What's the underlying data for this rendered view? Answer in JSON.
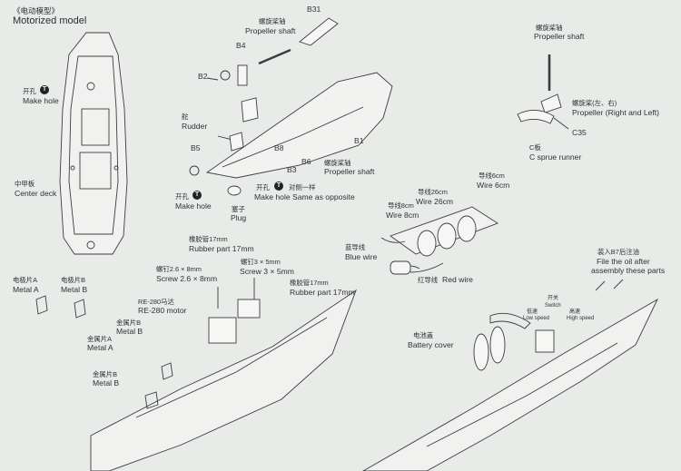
{
  "title": {
    "zh": "《电动模型》",
    "en": "Motorized model"
  },
  "labels": {
    "b31": "B31",
    "shaft_zh": "螺旋桨轴",
    "shaft_en": "Propeller shaft",
    "b4": "B4",
    "b2": "B2",
    "rudder_zh": "舵",
    "rudder_en": "Rudder",
    "b5": "B5",
    "b8": "B8",
    "b6": "B6",
    "b3": "B3",
    "b1": "B1",
    "shaft2_zh": "螺旋桨轴",
    "shaft2_en": "Propeller shaft",
    "makehole1_zh": "开孔",
    "makehole1_en": "Make hole",
    "makehole2_zh": "开孔",
    "makehole2_en": "Make hole",
    "makehole3_zh": "开孔",
    "makehole3_en": "Make hole",
    "same_zh": "对侧一样",
    "same_en": "Same as opposite",
    "plug_zh": "塞子",
    "plug_en": "Plug",
    "centerdeck_zh": "中甲板",
    "centerdeck_en": "Center deck",
    "r_shaft_zh": "螺旋桨轴",
    "r_shaft_en": "Propeller shaft",
    "r_prop_zh": "螺旋桨(左、右)",
    "r_prop_en": "Propeller (Right and Left)",
    "c35": "C35",
    "csprue_zh": "C板",
    "csprue_en": "C sprue runner",
    "wire6_zh": "导线6cm",
    "wire6_en": "Wire 6cm",
    "wire26_zh": "导线26cm",
    "wire26_en": "Wire 26cm",
    "wire8_zh": "导线8cm",
    "wire8_en": "Wire 8cm",
    "bluewire_zh": "蓝导线",
    "bluewire_en": "Blue wire",
    "redwire_zh": "红导线",
    "redwire_en": "Red wire",
    "rubber1_zh": "橡胶管17mm",
    "rubber1_en": "Rubber part 17mm",
    "screw26_zh": "螺钉2.6 × 8mm",
    "screw26_en": "Screw 2.6 × 8mm",
    "screw3_zh": "螺钉3 × 5mm",
    "screw3_en": "Screw 3 × 5mm",
    "rubber2_zh": "橡胶管17mm",
    "rubber2_en": "Rubber part 17mm",
    "motor_zh": "RE-280马达",
    "motor_en": "RE-280 motor",
    "metalA1_zh": "电极片A",
    "metalA1_en": "Metal A",
    "metalB1_zh": "电极片B",
    "metalB1_en": "Metal B",
    "metalB2_zh": "金属片B",
    "metalB2_en": "Metal B",
    "metalA2_zh": "金属片A",
    "metalA2_en": "Metal A",
    "metalB3_zh": "金属片B",
    "metalB3_en": "Metal B",
    "fileoil_zh": "装入B7后注油",
    "fileoil_en": "File the oil after",
    "fileoil_en2": "assembly these parts",
    "battery_zh": "电池盖",
    "battery_en": "Battery cover",
    "switch_zh": "开关",
    "switch_en": "Switch",
    "low_zh": "低速",
    "low_en": "Low speed",
    "high_zh": "高速",
    "high_en": "High speed"
  },
  "colors": {
    "paper": "#e9ebe8",
    "ink": "#2f3235",
    "line": "#3a3d40",
    "badge": "#1f2226"
  },
  "icons": [
    "make-hole-badge-icon"
  ]
}
